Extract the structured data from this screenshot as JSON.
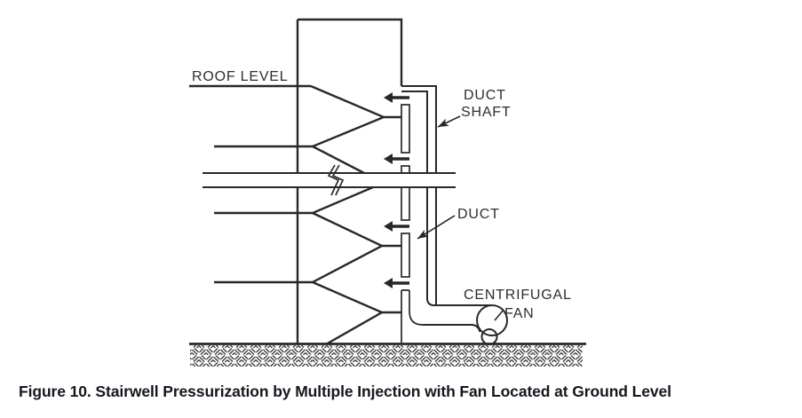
{
  "figure": {
    "caption": "Figure 10. Stairwell Pressurization by Multiple Injection with Fan Located at Ground Level"
  },
  "diagram": {
    "labels": {
      "roof_level": "ROOF LEVEL",
      "duct_shaft_line1": "DUCT",
      "duct_shaft_line2": "SHAFT",
      "duct": "DUCT",
      "fan_line1": "CENTRIFUGAL",
      "fan_line2": "FAN"
    },
    "icons": {
      "injection_arrow": "left-arrow",
      "leader_arrow": "solid-arrowhead"
    },
    "counts": {
      "injection_points": 4,
      "floor_lines": 3
    }
  },
  "colors": {
    "line": "#282828",
    "label_text": "#2e2e2e",
    "caption_text": "#16161e",
    "background": "#ffffff"
  }
}
